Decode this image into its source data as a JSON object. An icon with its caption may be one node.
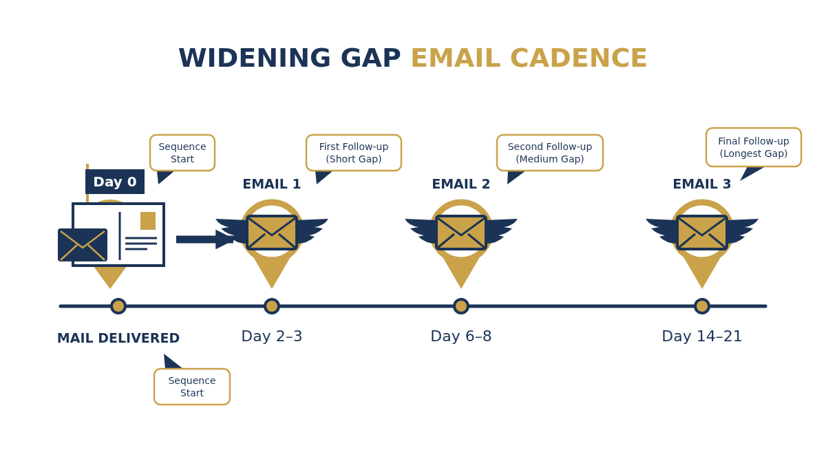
{
  "diagram": {
    "title": "WIDENING GAP **EMAIL CADENCE**",
    "nodes": [
      {
        "text": [
          "Sequence Start"
        ]
      },
      {
        "text": [
          "Day 0"
        ]
      },
      {
        "text": [],
        "shape": "picture"
      },
      {
        "text": [
          "EMAIL 1"
        ]
      },
      {
        "text": [
          "First Follow-up (Short Gap)"
        ]
      },
      {
        "text": [
          "EMAIL 2"
        ]
      },
      {
        "text": [
          "Second Follow-up (Medium Gap)"
        ]
      },
      {
        "text": [
          "EMAIL 3"
        ]
      },
      {
        "text": [
          "Final Follow-up (Longest Gap)"
        ]
      },
      {
        "text": [
          "Sequence Start"
        ]
      }
    ],
    "edges": [
      {
        "from": 2,
        "to": 3,
        "arrow": "to"
      }
    ],
    "labels": [
      "MAIL DELIVERED",
      "Day 2–3",
      "Day 6–8",
      "Day 14–21"
    ]
  }
}
